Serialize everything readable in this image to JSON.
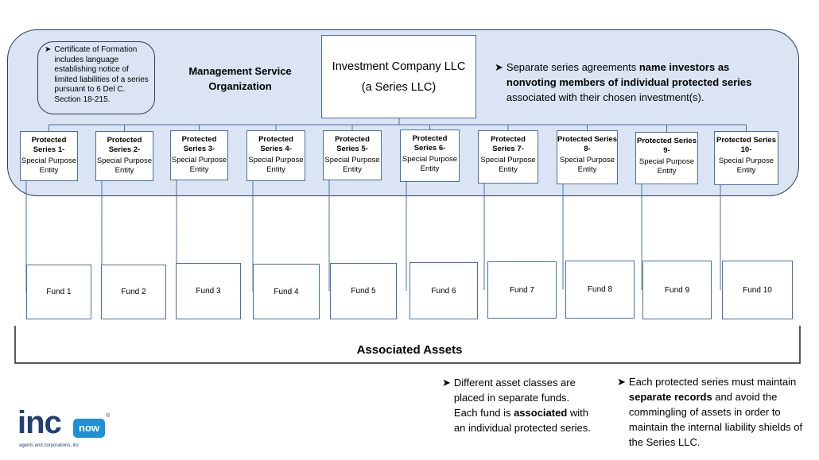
{
  "mso": {
    "title_line1": "Management Service",
    "title_line2": "Organization",
    "certificate_note": "Certificate of Formation includes language establishing notice of limited liabilities of a series pursuant to 6 Del C. Section 18-215."
  },
  "company": {
    "line1": "Investment Company LLC",
    "line2": "(a Series LLC)"
  },
  "agreement_note": {
    "pre": "Separate series agreements ",
    "bold": "name investors as nonvoting members of individual protected series",
    "post": " associated with their chosen investment(s)."
  },
  "series": [
    {
      "name": "Protected Series 1-",
      "type": "Special Purpose Entity"
    },
    {
      "name": "Protected Series 2-",
      "type": "Special Purpose Entity"
    },
    {
      "name": "Protected Series 3-",
      "type": "Special Purpose Entity"
    },
    {
      "name": "Protected Series 4-",
      "type": "Special Purpose Entity"
    },
    {
      "name": "Protected Series 5-",
      "type": "Special Purpose Entity"
    },
    {
      "name": "Protected Series 6-",
      "type": "Special Purpose Entity"
    },
    {
      "name": "Protected Series 7-",
      "type": "Special Purpose Entity"
    },
    {
      "name": "Protected Series 8-",
      "type": "Special Purpose Entity"
    },
    {
      "name": "Protected Series 9-",
      "type": "Special Purpose Entity"
    },
    {
      "name": "Protected Series 10-",
      "type": "Special Purpose Entity"
    }
  ],
  "funds": [
    "Fund 1",
    "Fund 2",
    "Fund 3",
    "Fund 4",
    "Fund 5",
    "Fund 6",
    "Fund 7",
    "Fund 8",
    "Fund 9",
    "Fund 10"
  ],
  "assets_title": "Associated Assets",
  "fund_note": {
    "pre": "Different asset classes are placed in separate funds. Each fund is ",
    "bold": "associated",
    "post": " with an individual protected series."
  },
  "records_note": {
    "pre": "Each protected series must maintain ",
    "bold": "separate records",
    "post": " and avoid the commingling of assets in order to maintain the internal liability shields of the Series LLC."
  },
  "logo": {
    "word": "inc",
    "badge": "now",
    "tagline": "agents and corporations, inc",
    "reg": "®"
  },
  "colors": {
    "panel": "#dbe4f3",
    "border": "#4a6fa5",
    "logo_dark": "#1f3f75",
    "logo_blue": "#1f8fd8"
  }
}
